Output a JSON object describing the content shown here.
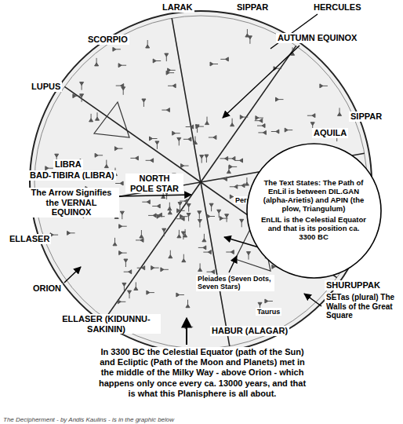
{
  "diagram": {
    "caption": "In 3300 BC the Celestial Equator (path of the Sun) and Ecliptic (Path of the Moon and Planets) met in the middle of the Milky Way - above Orion - which happens only once every ca. 13000 years, and that is what this Planisphere is all about.",
    "nodes": [
      {
        "text": [
          "The Text States: The Path of EnLil is between DIL.GAN (alpha-Arietis) and APIN (the plow, Triangulum)",
          "EnLIL is the Celestial Equator and that is its position ca. 3300 BC"
        ]
      }
    ],
    "labels": [
      "LARAK",
      "SIPPAR",
      "HERCULES",
      "SCORPIO",
      "AUTUMN EQUINOX",
      "LUPUS",
      "SIPPAR",
      "AQUILA",
      "LIBRA",
      "BAD-TIBIRA (LIBRA)",
      "NORTH POLE STAR",
      "The Arrow Signifies the VERNAL EQUINOX",
      "Perseus",
      "ELLASER",
      "SHURUPPAK",
      "SETas (plural) The Walls of the Great Square",
      "ORION",
      "Pleiades (Seven Dots, Seven Stars)",
      "Taurus",
      "ELLASER (KIDUNNU-SAKININ)",
      "HABUR (ALAGAR)",
      "The Decipherment - by Andis Kaulins - is in the graphic below"
    ]
  }
}
